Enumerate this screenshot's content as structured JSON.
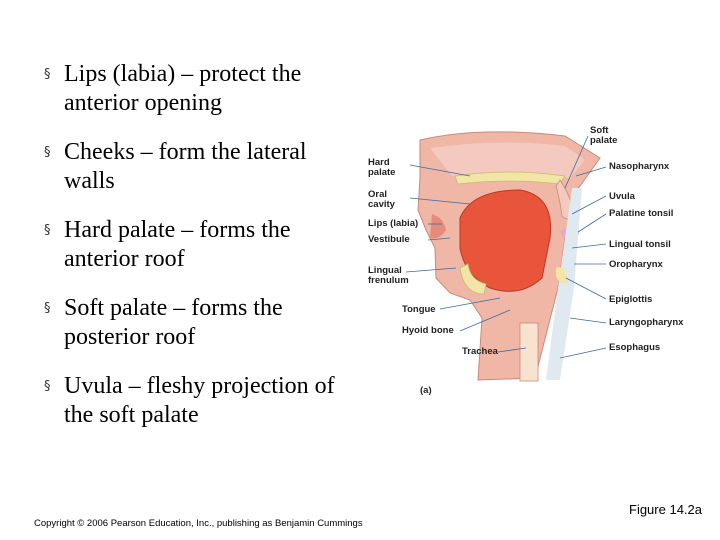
{
  "slide": {
    "bullets": [
      {
        "text": "Lips (labia) – protect the anterior opening"
      },
      {
        "text": "Cheeks – form the lateral walls"
      },
      {
        "text": "Hard palate – forms the anterior roof"
      },
      {
        "text": "Soft palate – forms the posterior roof"
      },
      {
        "text": "Uvula – fleshy projection of the soft palate"
      }
    ],
    "bullet_glyph": "§"
  },
  "figure": {
    "labels": {
      "soft_palate": "Soft palate",
      "hard_palate": "Hard palate",
      "nasopharynx": "Nasopharynx",
      "oral_cavity": "Oral cavity",
      "uvula": "Uvula",
      "palatine_tonsil": "Palatine tonsil",
      "lips": "Lips (labia)",
      "vestibule": "Vestibule",
      "lingual_tonsil": "Lingual tonsil",
      "oropharynx": "Oropharynx",
      "lingual_frenulum": "Lingual frenulum",
      "epiglottis": "Epiglottis",
      "tongue": "Tongue",
      "laryngopharynx": "Laryngopharynx",
      "hyoid_bone": "Hyoid bone",
      "esophagus": "Esophagus",
      "trachea": "Trachea",
      "panel": "(a)"
    },
    "colors": {
      "flesh": "#f0b6a6",
      "muscle": "#e8553b",
      "bone": "#f1e6a8",
      "mucosa": "#f4c9bf",
      "tonsil": "#e7a6d1",
      "airway": "#dfe9ef"
    }
  },
  "footer": {
    "copyright": "Copyright © 2006 Pearson Education, Inc., publishing as Benjamin Cummings",
    "figure_ref": "Figure 14.2a"
  }
}
